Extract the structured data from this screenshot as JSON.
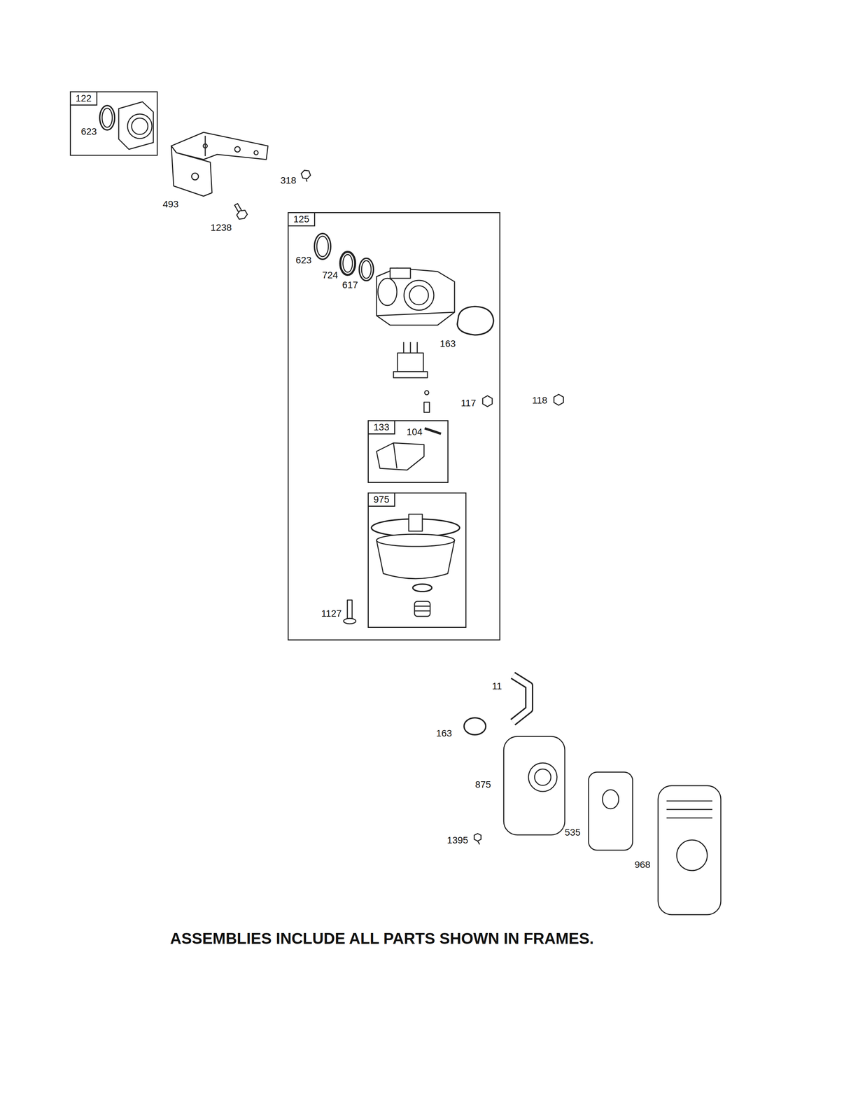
{
  "diagram": {
    "caption": "ASSEMBLIES INCLUDE ALL PARTS SHOWN IN FRAMES.",
    "nodes": [
      {
        "text": [
          "122",
          "623"
        ]
      },
      {
        "text": [
          "125",
          "623",
          "724",
          "617",
          "163",
          "117",
          "1127"
        ]
      },
      {
        "text": [
          "133",
          "104"
        ],
        "in": 1
      },
      {
        "text": [
          "975"
        ],
        "in": 1
      }
    ],
    "labels": [
      "318",
      "493",
      "1238",
      "118",
      "11",
      "163",
      "875",
      "1395",
      "535",
      "968"
    ]
  }
}
